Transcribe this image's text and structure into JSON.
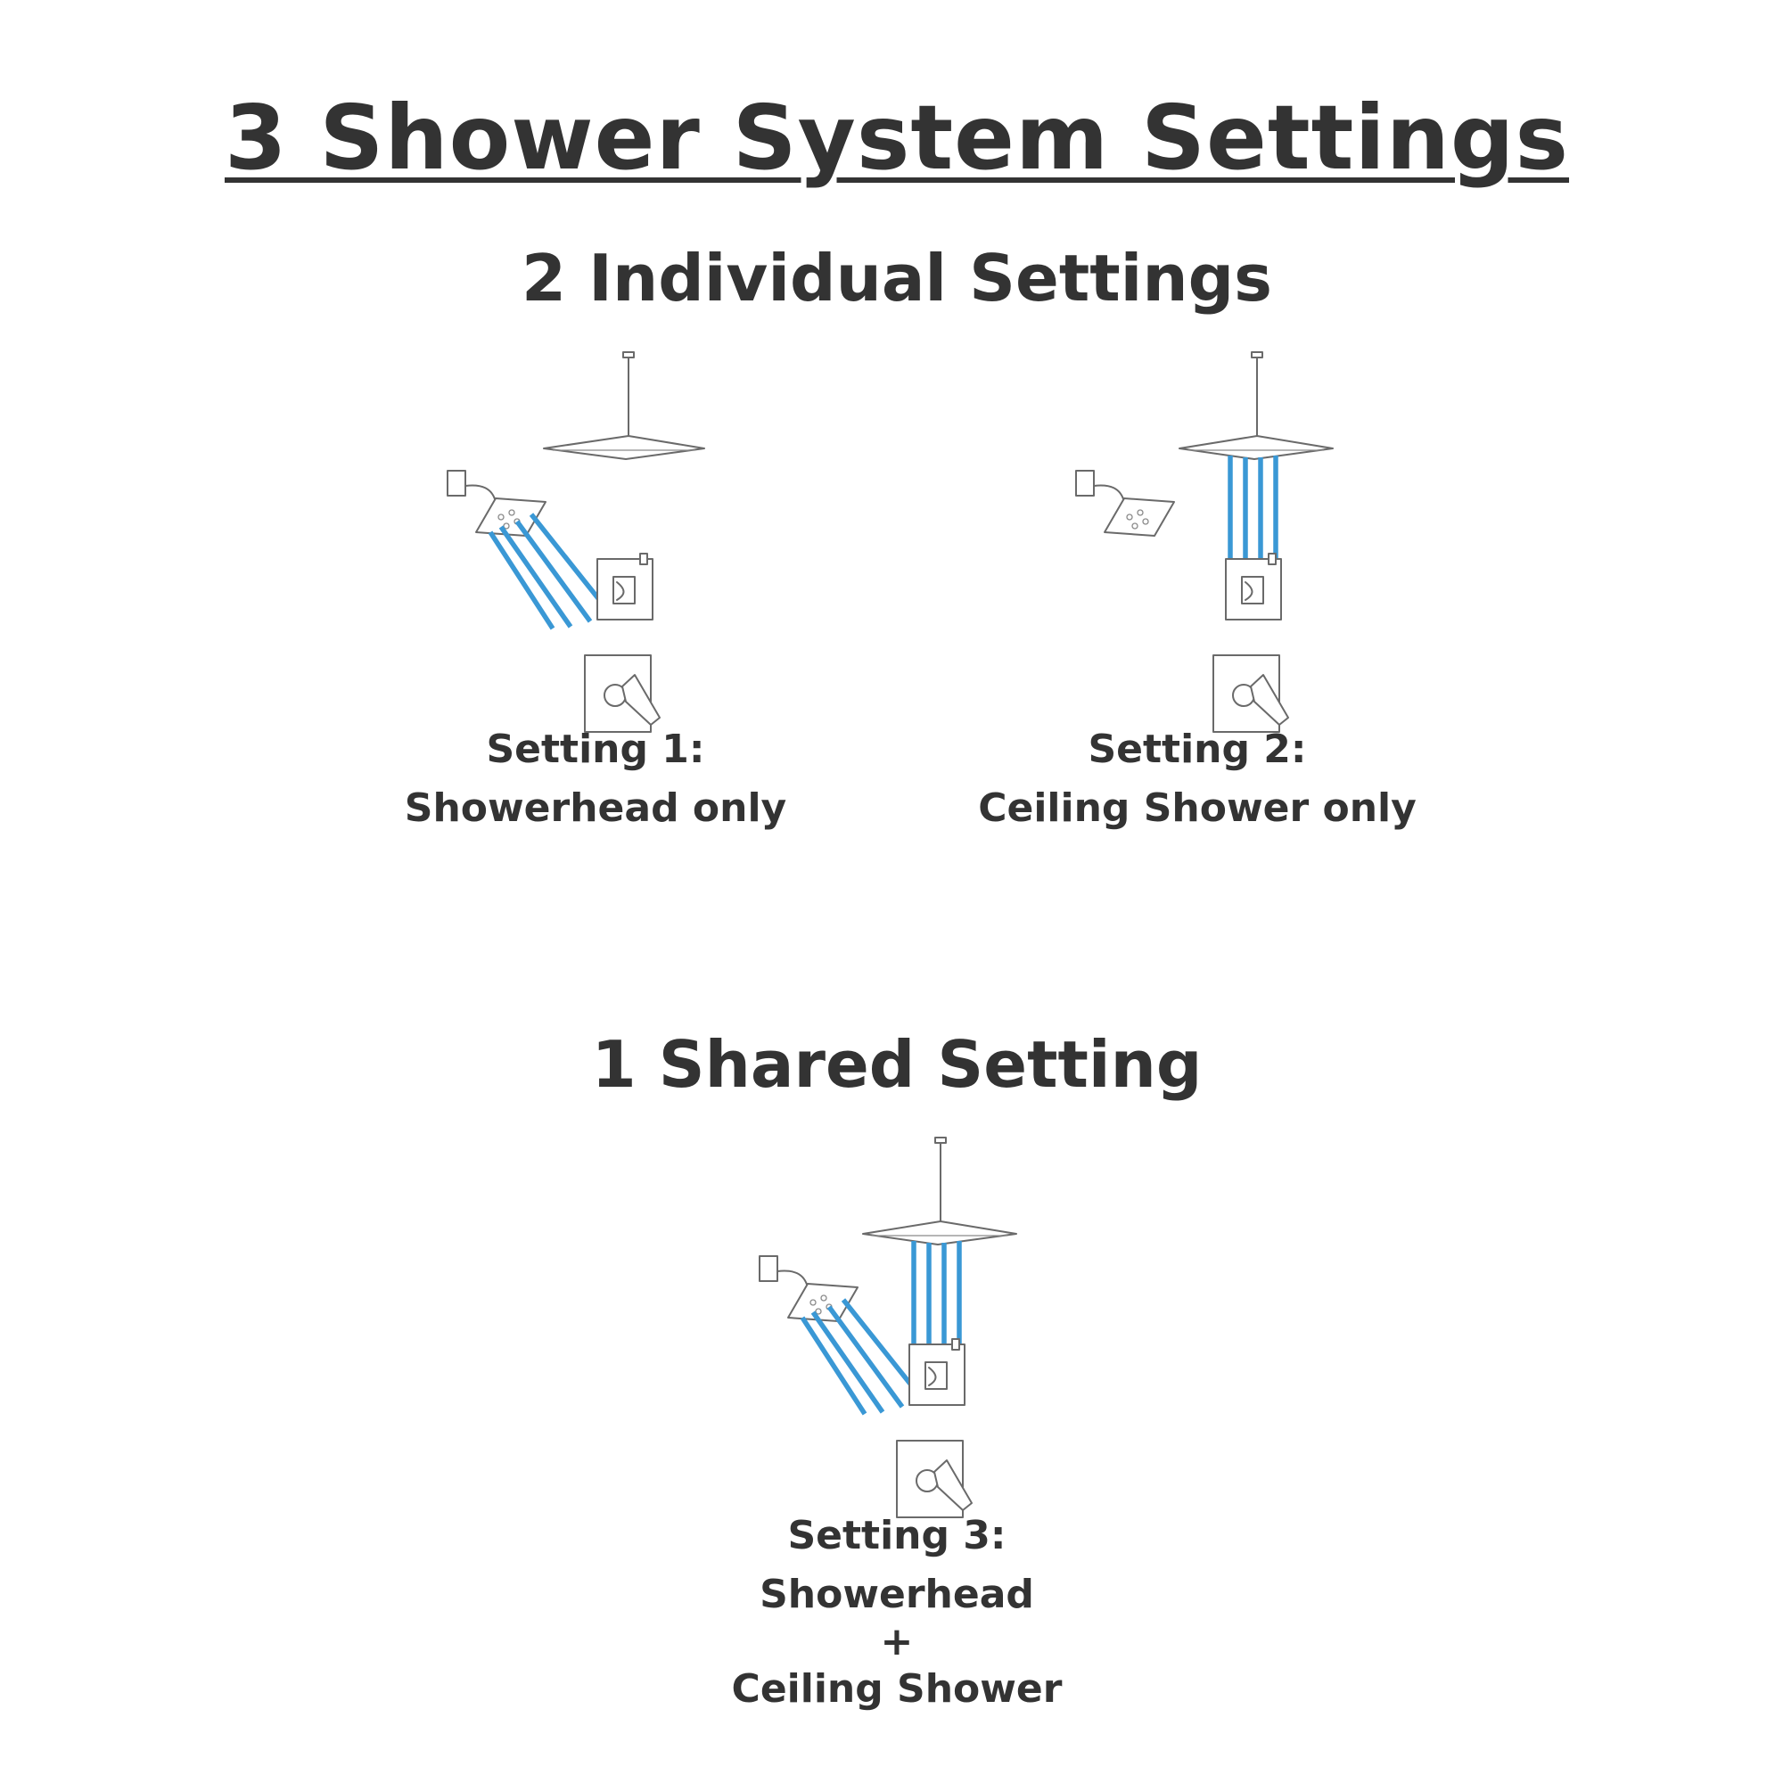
{
  "title": "3 Shower System Settings",
  "individual": {
    "heading": "2 Individual Settings",
    "settings": [
      {
        "line1": "Setting 1:",
        "line2": "Showerhead only",
        "active": [
          "showerhead"
        ]
      },
      {
        "line1": "Setting 2:",
        "line2": "Ceiling Shower only",
        "active": [
          "ceiling_shower"
        ]
      }
    ]
  },
  "shared": {
    "heading": "1 Shared Setting",
    "setting": {
      "line1": "Setting 3:",
      "line2": "Showerhead",
      "plus": "+",
      "line3": "Ceiling Shower",
      "active": [
        "showerhead",
        "ceiling_shower"
      ]
    }
  },
  "colors": {
    "water": "#3a98d5",
    "text": "#333333",
    "fixture_outline": "#6a6a6a"
  }
}
